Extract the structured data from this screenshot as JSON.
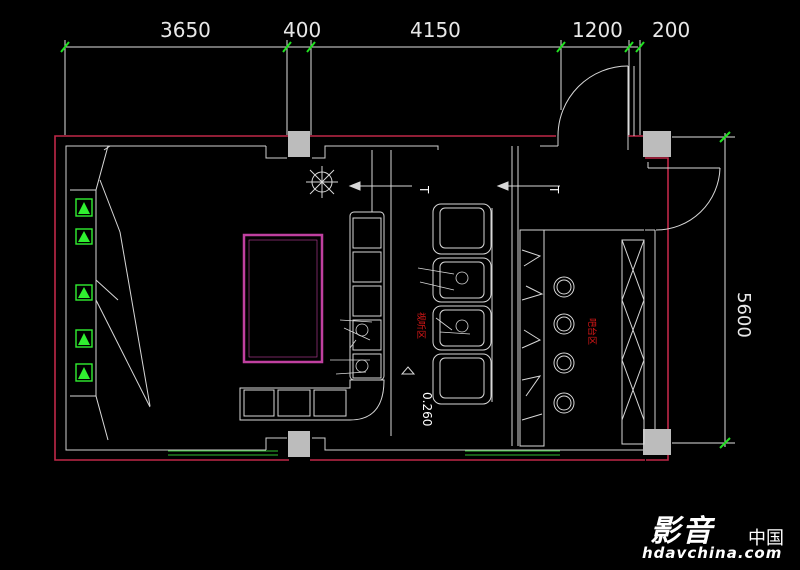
{
  "dimensions": {
    "top": [
      "3650",
      "400",
      "4150",
      "1200",
      "200"
    ],
    "right": "5600"
  },
  "labels": {
    "elev_a": "T",
    "elev_b": "T",
    "level_mark": "0.260",
    "room_label_1": "视听区",
    "room_label_2": "吧台区"
  },
  "watermark": {
    "chinese_1": "影音",
    "chinese_2": "中国",
    "url": "hdavchina.com"
  },
  "colors": {
    "background": "#000000",
    "wall_outer": "#c02848",
    "wall_inner": "#d8d8d8",
    "dimension": "#20e020",
    "furniture": "#d8d8d8",
    "speaker": "#30f030",
    "screen": "#c040a0",
    "column": "#bcbcbc"
  }
}
